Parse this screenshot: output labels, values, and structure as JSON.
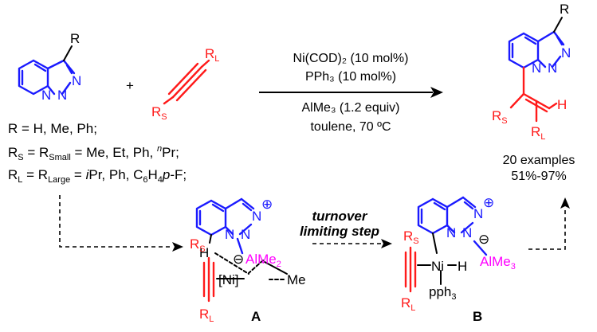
{
  "reactant": {
    "r_label": "R",
    "n1": "N",
    "n2": "N",
    "n3": "N"
  },
  "alkyne": {
    "rl": "R",
    "rl_sub": "L",
    "rs": "R",
    "rs_sub": "S"
  },
  "plus": "+",
  "conditions": {
    "line1": "Ni(COD)₂ (10 mol%)",
    "line2": "PPh₃ (10 mol%)",
    "line3": "AlMe₃ (1.2 equiv)",
    "line4": "toulene, 70 ºC"
  },
  "product": {
    "r_label": "R",
    "n1": "N",
    "n2": "N",
    "n3": "N",
    "h": "H",
    "rs": "R",
    "rs_sub": "S",
    "rl": "R",
    "rl_sub": "L",
    "examples": "20 examples",
    "yield": "51%-97%"
  },
  "definitions": {
    "r_def": "R = H, Me, Ph;",
    "rs_a": "R",
    "rs_a_sub": "S",
    "rs_b": " = R",
    "rs_b_sub": "Small",
    "rs_c": " = Me, Et, Ph, ",
    "rs_d_sup": "n",
    "rs_e": "Pr;",
    "rl_a": "R",
    "rl_a_sub": "L",
    "rl_b": " = R",
    "rl_b_sub": "Large",
    "rl_c": " = ",
    "rl_d_it": "i",
    "rl_e": "Pr, Ph, C",
    "rl_e_sub": "6",
    "rl_f": "H",
    "rl_f_sub": "4",
    "rl_g_it": "p",
    "rl_h": "-F;"
  },
  "intermediate_a": {
    "n_top": "N",
    "n_mid": "N",
    "n_left": "N",
    "plus": "⊕",
    "minus": "⊖",
    "h": "H",
    "rs": "R",
    "rs_sub": "S",
    "al": "AlMe",
    "al_sub": "2",
    "ni": "[Ni]",
    "me": "Me",
    "rl": "R",
    "rl_sub": "L",
    "label": "A"
  },
  "turnover": {
    "line1": "turnover",
    "line2": "limiting step"
  },
  "intermediate_b": {
    "n_top": "N",
    "n_mid": "N",
    "n_left": "N",
    "plus": "⊕",
    "minus": "⊖",
    "rs": "R",
    "rs_sub": "S",
    "ni": "Ni",
    "h": "H",
    "al": "AlMe",
    "al_sub": "3",
    "pph3": "pph",
    "pph3_sub": "3",
    "rl": "R",
    "rl_sub": "L",
    "label": "B"
  }
}
